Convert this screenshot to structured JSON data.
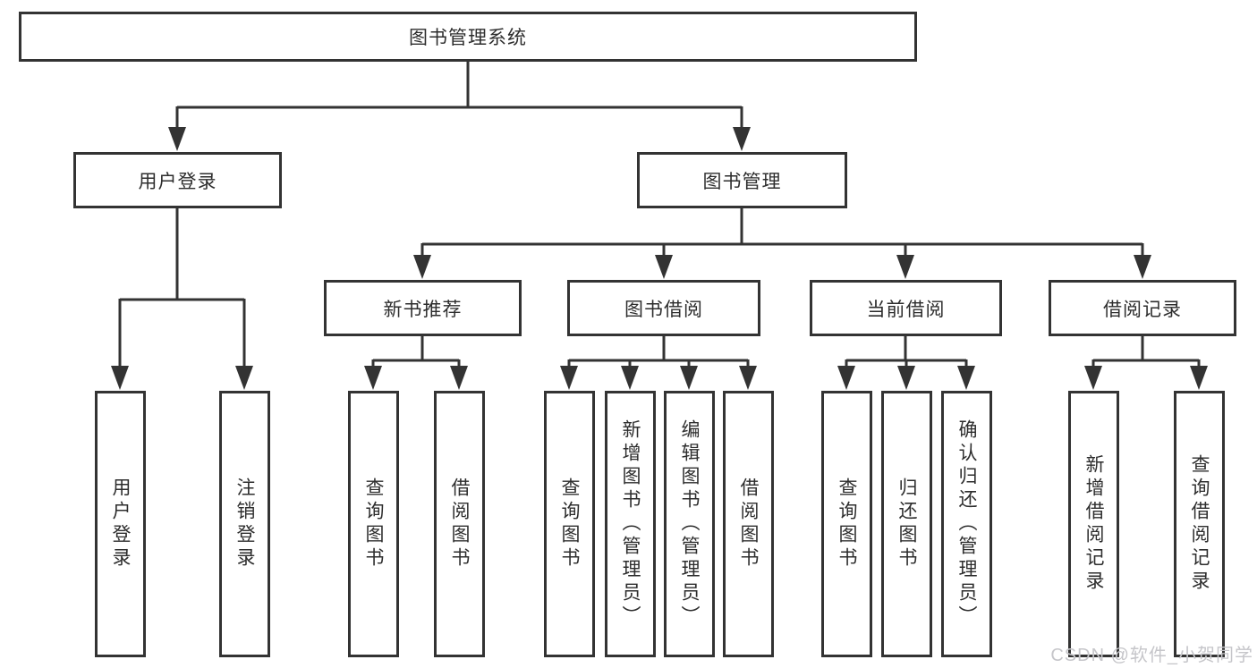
{
  "diagram": {
    "root": {
      "label": "图书管理系统"
    },
    "branches": [
      {
        "label": "用户登录",
        "children": [
          {
            "label": "用户登录"
          },
          {
            "label": "注销登录"
          }
        ]
      },
      {
        "label": "图书管理",
        "children": [
          {
            "label": "新书推荐",
            "children": [
              {
                "label": "查询图书"
              },
              {
                "label": "借阅图书"
              }
            ]
          },
          {
            "label": "图书借阅",
            "children": [
              {
                "label": "查询图书"
              },
              {
                "label": "新增图书（管理员）"
              },
              {
                "label": "编辑图书（管理员）"
              },
              {
                "label": "借阅图书"
              }
            ]
          },
          {
            "label": "当前借阅",
            "children": [
              {
                "label": "查询图书"
              },
              {
                "label": "归还图书"
              },
              {
                "label": "确认归还（管理员）"
              }
            ]
          },
          {
            "label": "借阅记录",
            "children": [
              {
                "label": "新增借阅记录"
              },
              {
                "label": "查询借阅记录"
              }
            ]
          }
        ]
      }
    ]
  },
  "watermark": {
    "text": "CSDN @软件_小贺同学"
  },
  "colors": {
    "line": "#333333",
    "text": "#2d2d2d",
    "box_background": "#ffffff",
    "page_background": "#ffffff",
    "watermark": "#c6c6ca"
  }
}
